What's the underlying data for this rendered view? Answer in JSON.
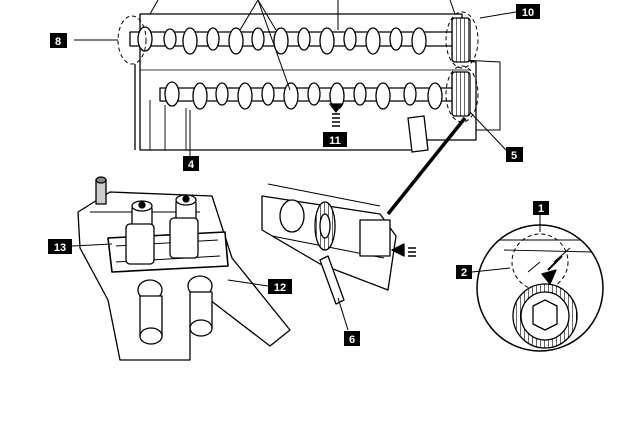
{
  "figure": {
    "callouts": [
      {
        "id": "c1",
        "label": "1"
      },
      {
        "id": "c2",
        "label": "2"
      },
      {
        "id": "c4",
        "label": "4"
      },
      {
        "id": "c5",
        "label": "5"
      },
      {
        "id": "c6",
        "label": "6"
      },
      {
        "id": "c8",
        "label": "8"
      },
      {
        "id": "c10",
        "label": "10"
      },
      {
        "id": "c11",
        "label": "11"
      },
      {
        "id": "c12",
        "label": "12"
      },
      {
        "id": "c13",
        "label": "13"
      }
    ],
    "colors": {
      "line": "#000000",
      "fill": "#ffffff",
      "shade": "#d9d9d9",
      "callout_bg": "#000000",
      "callout_fg": "#ffffff"
    }
  }
}
